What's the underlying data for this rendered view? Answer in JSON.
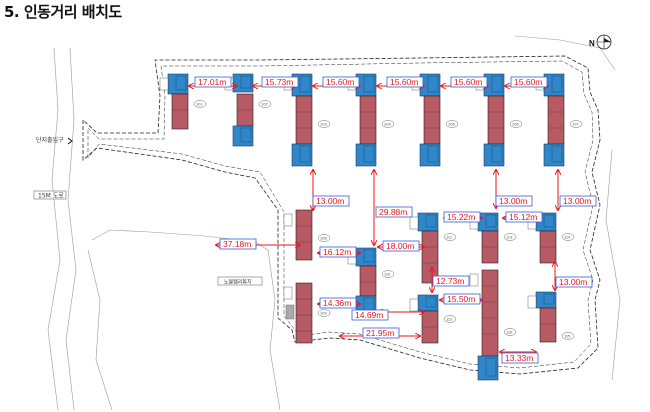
{
  "title": "5. 인동거리 배치도",
  "entrance_label": "단지출입구",
  "road_label": "15M 도로",
  "facility_label": "노블탭리튜지",
  "distances": [
    "17.01m",
    "15.73m",
    "15.60m",
    "15.60m",
    "15.60m",
    "15.60m",
    "13.00m",
    "13.00m",
    "13.00m",
    "29.88m",
    "37.18m",
    "15.22m",
    "15.12m",
    "16.12m",
    "18.00m",
    "13.00m",
    "12.73m",
    "14.36m",
    "15.50m",
    "14.69m",
    "21.95m",
    "13.33m"
  ],
  "building_numbers": [
    "101",
    "102",
    "103",
    "104",
    "105",
    "106",
    "107",
    "108",
    "109",
    "110",
    "111",
    "112",
    "113",
    "114",
    "115",
    "116",
    "117"
  ],
  "colors": {
    "unit_blue": "#2f86c8",
    "unit_red": "#b85a63",
    "dim_red": "#e8191e",
    "label_border": "#3a5bd9"
  }
}
